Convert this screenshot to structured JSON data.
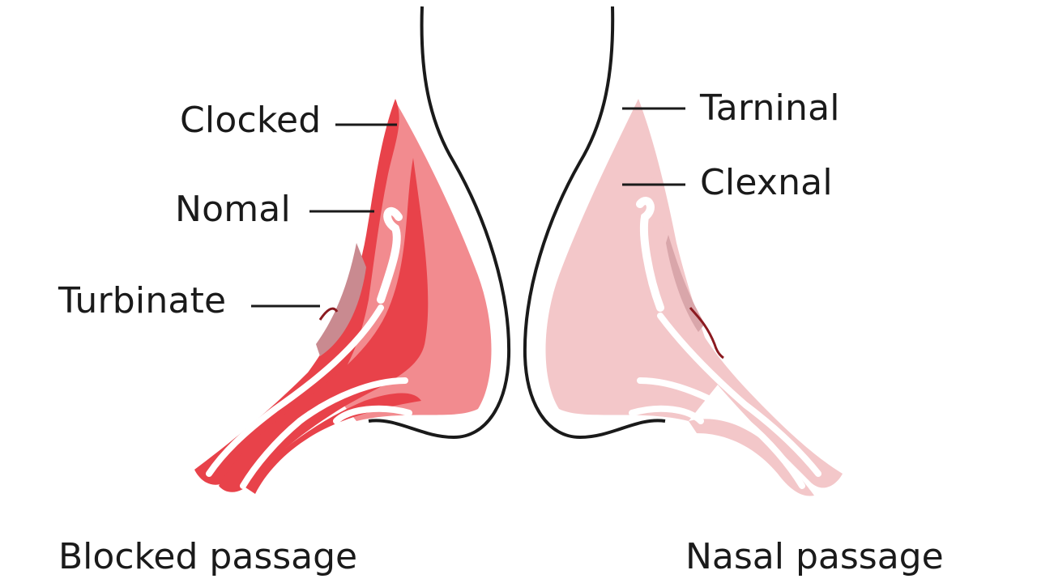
{
  "left_labels": {
    "top": "Clocked",
    "middle": "Nomal",
    "bottom": "Turbinate"
  },
  "right_labels": {
    "top": "Tarninal",
    "middle": "Clexnal"
  },
  "captions": {
    "left": "Blocked passage",
    "right": "Nasal passage"
  },
  "colors": {
    "blocked_tissue": "#e8424a",
    "blocked_fill": "#f28b8f",
    "normal_tissue": "#f3c7c9",
    "outline": "#1a1a1a"
  }
}
